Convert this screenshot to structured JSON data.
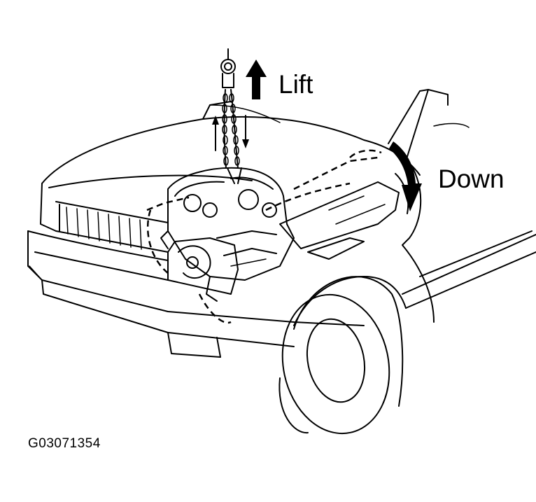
{
  "labels": {
    "lift": "Lift",
    "down": "Down"
  },
  "figure_id": "G03071354"
}
